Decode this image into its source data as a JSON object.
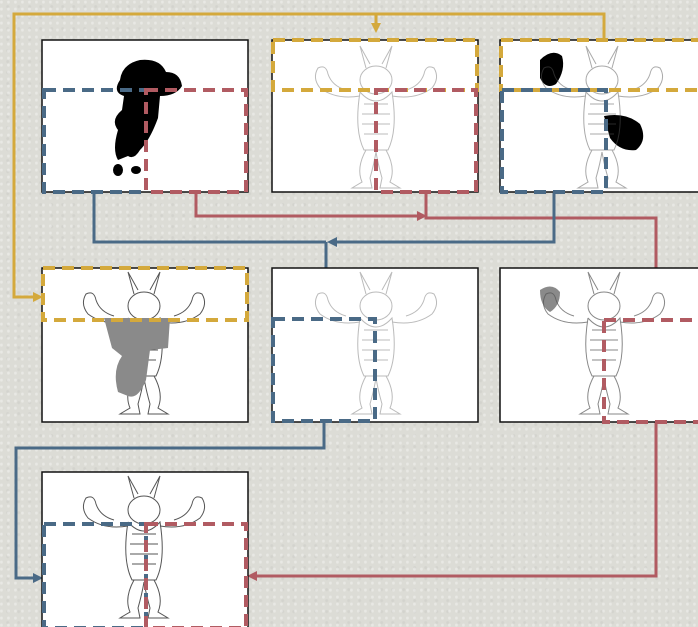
{
  "colors": {
    "background": "#dcdcd6",
    "yellow": "#d4a93c",
    "blue": "#4a6a86",
    "red": "#b15b62",
    "black_fill": "#000000",
    "gray_fill": "#8a8a8a"
  },
  "panels": [
    {
      "id": "row1-col1",
      "content": "black-silhouette-mask"
    },
    {
      "id": "row1-col2",
      "content": "faint-creature-render"
    },
    {
      "id": "row1-col3",
      "content": "partial-black-mask"
    },
    {
      "id": "row2-col1",
      "content": "composite-gray-mask"
    },
    {
      "id": "row2-col2",
      "content": "light-creature-render"
    },
    {
      "id": "row2-col3",
      "content": "partial-creature-render"
    },
    {
      "id": "row3-col1",
      "content": "final-creature-render"
    }
  ]
}
